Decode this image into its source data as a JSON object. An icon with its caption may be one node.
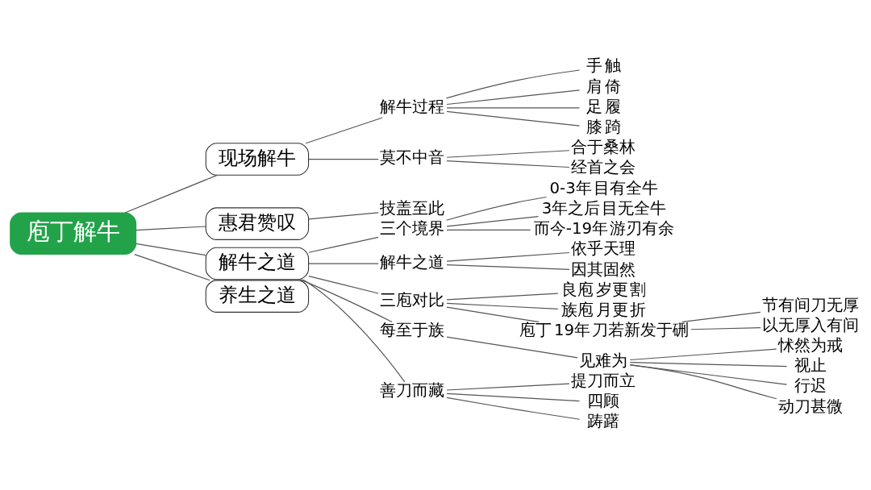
{
  "diagram": {
    "nodes": [
      {
        "text": [
          "庖丁解牛"
        ]
      },
      {
        "text": [
          "现场解牛"
        ]
      },
      {
        "text": [
          "解牛过程"
        ]
      },
      {
        "text": [
          "手",
          "触"
        ]
      },
      {
        "text": [
          "肩",
          "倚"
        ]
      },
      {
        "text": [
          "足",
          "履"
        ]
      },
      {
        "text": [
          "膝",
          "踦"
        ]
      },
      {
        "text": [
          "莫不中音"
        ]
      },
      {
        "text": [
          "合于桑林"
        ]
      },
      {
        "text": [
          "经首之会"
        ]
      },
      {
        "text": [
          "惠君赞叹"
        ]
      },
      {
        "text": [
          "技盖至此"
        ]
      },
      {
        "text": [
          "解牛之道"
        ]
      },
      {
        "text": [
          "三个境界"
        ]
      },
      {
        "text": [
          "0-3年",
          "目有全牛"
        ]
      },
      {
        "text": [
          "3年之后",
          "目无全牛"
        ]
      },
      {
        "text": [
          "而今-19年",
          "游刃有余"
        ]
      },
      {
        "text": [
          "解牛之道"
        ]
      },
      {
        "text": [
          "依乎天理"
        ]
      },
      {
        "text": [
          "因其固然"
        ]
      },
      {
        "text": [
          "三庖对比"
        ]
      },
      {
        "text": [
          "良庖",
          "岁更",
          "割"
        ]
      },
      {
        "text": [
          "族庖",
          "月更",
          "折"
        ]
      },
      {
        "text": [
          "庖丁",
          "19年",
          "刀若新发于硎"
        ]
      },
      {
        "text": [
          "节有间刀无厚"
        ]
      },
      {
        "text": [
          "以无厚入有间"
        ]
      },
      {
        "text": [
          "每至于族"
        ]
      },
      {
        "text": [
          "见难为"
        ]
      },
      {
        "text": [
          "怵然为戒"
        ]
      },
      {
        "text": [
          "视止"
        ]
      },
      {
        "text": [
          "行迟"
        ]
      },
      {
        "text": [
          "动刀甚微"
        ]
      },
      {
        "text": [
          "善刀而藏"
        ]
      },
      {
        "text": [
          "提刀而立"
        ]
      },
      {
        "text": [
          "四顾"
        ]
      },
      {
        "text": [
          "踌躇"
        ]
      },
      {
        "text": [
          "养生之道"
        ]
      }
    ],
    "edges": [
      {
        "from": 0,
        "to": 1,
        "arrow": "none"
      },
      {
        "from": 1,
        "to": 2,
        "arrow": "none"
      },
      {
        "from": 2,
        "to": 3,
        "arrow": "none"
      },
      {
        "from": 2,
        "to": 4,
        "arrow": "none"
      },
      {
        "from": 2,
        "to": 5,
        "arrow": "none"
      },
      {
        "from": 2,
        "to": 6,
        "arrow": "none"
      },
      {
        "from": 1,
        "to": 7,
        "arrow": "none"
      },
      {
        "from": 7,
        "to": 8,
        "arrow": "none"
      },
      {
        "from": 7,
        "to": 9,
        "arrow": "none"
      },
      {
        "from": 0,
        "to": 10,
        "arrow": "none"
      },
      {
        "from": 10,
        "to": 11,
        "arrow": "none"
      },
      {
        "from": 0,
        "to": 12,
        "arrow": "none"
      },
      {
        "from": 12,
        "to": 13,
        "arrow": "none"
      },
      {
        "from": 13,
        "to": 14,
        "arrow": "none"
      },
      {
        "from": 13,
        "to": 15,
        "arrow": "none"
      },
      {
        "from": 13,
        "to": 16,
        "arrow": "none"
      },
      {
        "from": 12,
        "to": 17,
        "arrow": "none"
      },
      {
        "from": 17,
        "to": 18,
        "arrow": "none"
      },
      {
        "from": 17,
        "to": 19,
        "arrow": "none"
      },
      {
        "from": 12,
        "to": 20,
        "arrow": "none"
      },
      {
        "from": 20,
        "to": 21,
        "arrow": "none"
      },
      {
        "from": 20,
        "to": 22,
        "arrow": "none"
      },
      {
        "from": 20,
        "to": 23,
        "arrow": "none"
      },
      {
        "from": 23,
        "to": 24,
        "arrow": "none"
      },
      {
        "from": 23,
        "to": 25,
        "arrow": "none"
      },
      {
        "from": 12,
        "to": 26,
        "arrow": "none"
      },
      {
        "from": 26,
        "to": 27,
        "arrow": "none"
      },
      {
        "from": 27,
        "to": 28,
        "arrow": "none"
      },
      {
        "from": 27,
        "to": 29,
        "arrow": "none"
      },
      {
        "from": 27,
        "to": 30,
        "arrow": "none"
      },
      {
        "from": 27,
        "to": 31,
        "arrow": "none"
      },
      {
        "from": 12,
        "to": 32,
        "arrow": "none"
      },
      {
        "from": 32,
        "to": 33,
        "arrow": "none"
      },
      {
        "from": 32,
        "to": 34,
        "arrow": "none"
      },
      {
        "from": 32,
        "to": 35,
        "arrow": "none"
      },
      {
        "from": 0,
        "to": 36,
        "arrow": "none"
      }
    ]
  }
}
